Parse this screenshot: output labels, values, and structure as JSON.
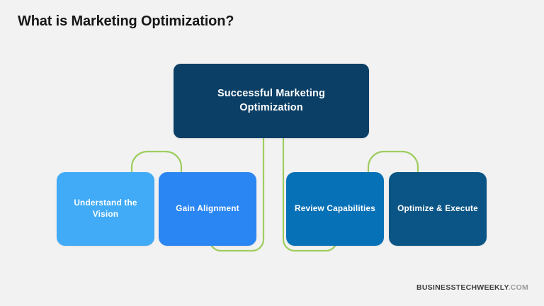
{
  "page": {
    "title": "What is Marketing Optimization?",
    "background_color": "#f2f2f2",
    "title_color": "#171717"
  },
  "diagram": {
    "type": "hierarchy-tree",
    "connector_color": "#9ecd5f",
    "root": {
      "id": "successful-marketing-optimization",
      "label": "Successful Marketing Optimization",
      "color": "#0b3f66",
      "text_color": "#ffffff"
    },
    "nodes": [
      {
        "id": "understand-the-vision",
        "label": "Understand the Vision",
        "color": "#41abf7",
        "text_color": "#ffffff",
        "order": 1
      },
      {
        "id": "gain-alignment",
        "label": "Gain Alignment",
        "color": "#2a86f2",
        "text_color": "#ffffff",
        "order": 2
      },
      {
        "id": "review-capabilities",
        "label": "Review Capabilities",
        "color": "#0771b8",
        "text_color": "#ffffff",
        "order": 3
      },
      {
        "id": "optimize-and-execute",
        "label": "Optimize & Execute",
        "color": "#0a5585",
        "text_color": "#ffffff",
        "order": 4
      }
    ]
  },
  "footer": {
    "brand": "BUSINESSTECHWEEKLY",
    "tld": ".COM",
    "brand_color": "#3e3e3e",
    "tld_color": "#9a9a9a"
  }
}
